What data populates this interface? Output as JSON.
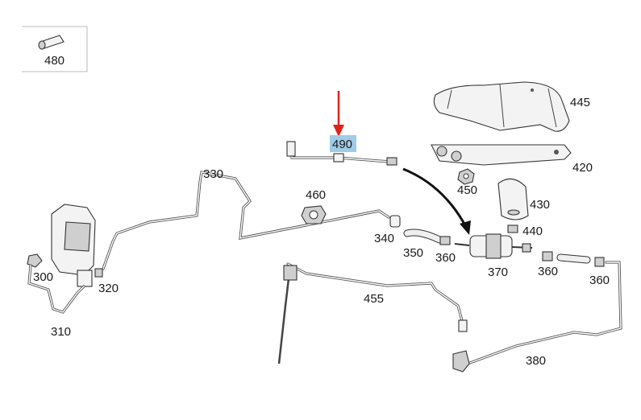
{
  "diagram": {
    "highlight_color": "#9fcbe6",
    "arrow_color": "#e0201c",
    "callouts": {
      "p480": "480",
      "p445": "445",
      "p420": "420",
      "p450": "450",
      "p430": "430",
      "p440": "440",
      "p490": "490",
      "p330": "330",
      "p460": "460",
      "p340": "340",
      "p350": "350",
      "p360a": "360",
      "p370": "370",
      "p360b": "360",
      "p360c": "360",
      "p300": "300",
      "p320": "320",
      "p310": "310",
      "p455": "455",
      "p380": "380"
    },
    "selected_part": "490"
  }
}
